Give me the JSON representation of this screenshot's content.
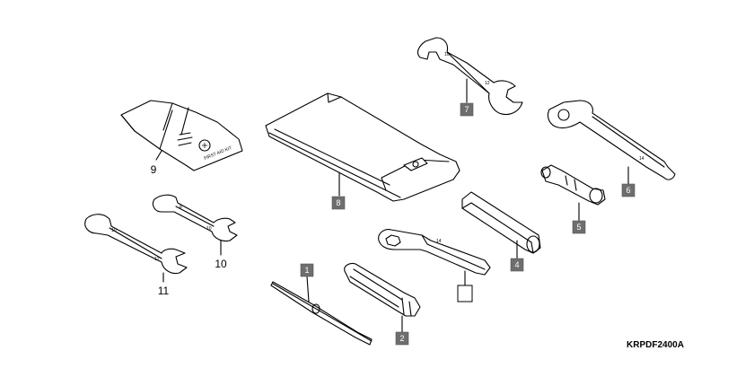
{
  "callouts": {
    "p1": "1",
    "p2": "2",
    "p3": "",
    "p4": "4",
    "p5": "5",
    "p6": "6",
    "p7": "7",
    "p8": "8",
    "p9": "9",
    "p10": "10",
    "p11": "11"
  },
  "pouch_text": "FIRST AID KIT",
  "diagram_code": "KRPDF2400A"
}
